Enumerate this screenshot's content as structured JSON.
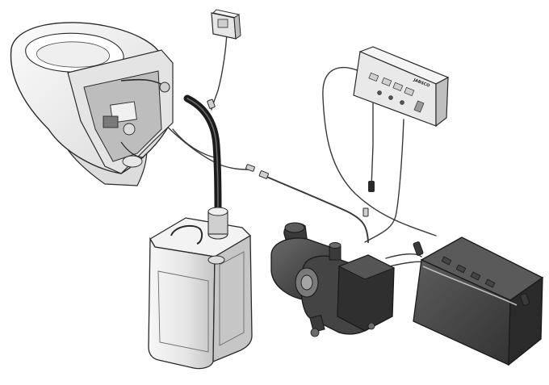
{
  "image": {
    "description_visible_text": {
      "control_panel_brand": "JABSCO"
    }
  },
  "colors": {
    "background": "#ffffff",
    "outline": "#2a2a2a",
    "light_fill": "#f2f2f2",
    "mid_fill": "#cfcfcf",
    "dark_fill": "#4a4a4a",
    "hose_black": "#1c1c1c"
  },
  "components": [
    {
      "key": "toilet-bowl",
      "icon": "toilet-icon"
    },
    {
      "key": "wall-switch",
      "icon": "switch-icon"
    },
    {
      "key": "control-panel",
      "icon": "panel-icon"
    },
    {
      "key": "water-canister",
      "icon": "canister-icon"
    },
    {
      "key": "macerator-pump",
      "icon": "pump-icon"
    },
    {
      "key": "battery",
      "icon": "battery-icon"
    }
  ]
}
